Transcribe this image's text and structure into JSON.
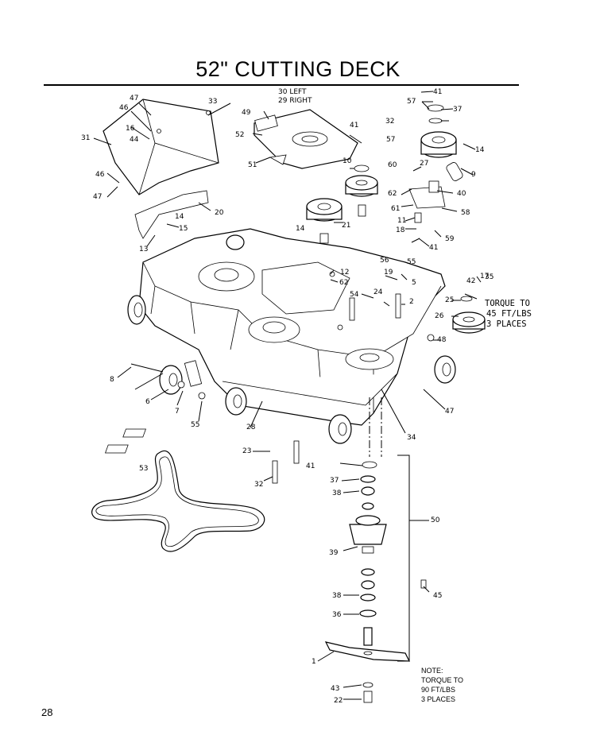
{
  "title": "52\" CUTTING DECK",
  "page_number": "28",
  "hanger_side_note": [
    "30 LEFT",
    "29 RIGHT"
  ],
  "torque_note_upper": [
    "TORQUE TO",
    "45 FT/LBS",
    "3 PLACES"
  ],
  "torque_note_lower": [
    "NOTE:",
    "TORQUE TO",
    "90 FT/LBS",
    "3 PLACES"
  ],
  "callouts": [
    "1",
    "2",
    "5",
    "6",
    "7",
    "8",
    "9",
    "10",
    "11",
    "12",
    "13",
    "14",
    "14",
    "14",
    "15",
    "16",
    "17",
    "18",
    "19",
    "20",
    "21",
    "22",
    "23",
    "24",
    "25",
    "26",
    "27",
    "28",
    "31",
    "32",
    "32",
    "33",
    "34",
    "35",
    "36",
    "37",
    "37",
    "38",
    "38",
    "39",
    "40",
    "41",
    "41",
    "41",
    "41",
    "42",
    "43",
    "44",
    "45",
    "46",
    "46",
    "47",
    "47",
    "47",
    "48",
    "49",
    "50",
    "51",
    "52",
    "53",
    "54",
    "55",
    "55",
    "56",
    "57",
    "57",
    "58",
    "59",
    "60",
    "61",
    "62",
    "62"
  ]
}
